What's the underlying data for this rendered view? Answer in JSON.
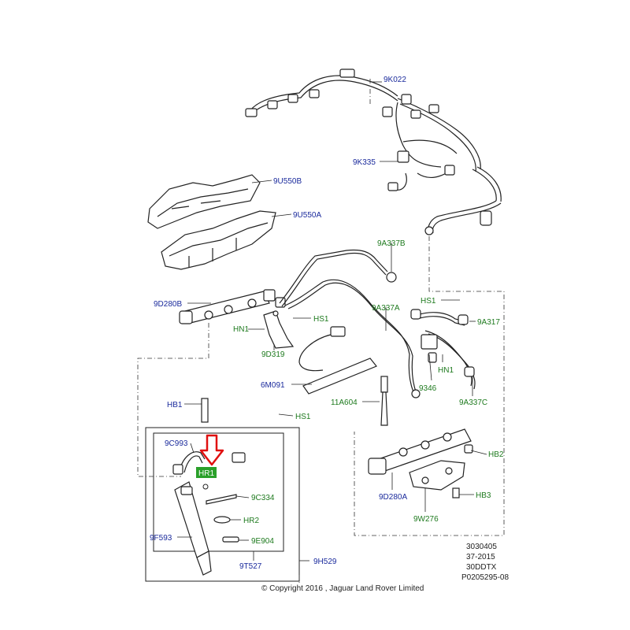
{
  "colors": {
    "blue_label": "#1a2a9c",
    "green_label": "#1e7a1e",
    "highlight_bg": "#2aa02a",
    "arrow_red": "#e01010",
    "line": "#222222"
  },
  "labels": {
    "9K022": "9K022",
    "9K335": "9K335",
    "9U550B": "9U550B",
    "9U550A": "9U550A",
    "9A337B": "9A337B",
    "9D280B": "9D280B",
    "HS1_a": "HS1",
    "9A337A": "9A337A",
    "HS1_b": "HS1",
    "9A317": "9A317",
    "HN1_a": "HN1",
    "9D319": "9D319",
    "HN1_b": "HN1",
    "6M091": "6M091",
    "9346": "9346",
    "HB1": "HB1",
    "11A604": "11A604",
    "9A337C": "9A337C",
    "HS1_c": "HS1",
    "9C993": "9C993",
    "HR1": "HR1",
    "HB2": "HB2",
    "9C334": "9C334",
    "9D280A": "9D280A",
    "HB3": "HB3",
    "HR2": "HR2",
    "9W276": "9W276",
    "9F593": "9F593",
    "9E904": "9E904",
    "9T527": "9T527",
    "9H529": "9H529"
  },
  "footer": {
    "line1": "3030405",
    "line2": "37-2015",
    "line3": "30DDTX",
    "line4": "P0205295-08",
    "copyright": "© Copyright  2016 , Jaguar Land Rover Limited"
  }
}
